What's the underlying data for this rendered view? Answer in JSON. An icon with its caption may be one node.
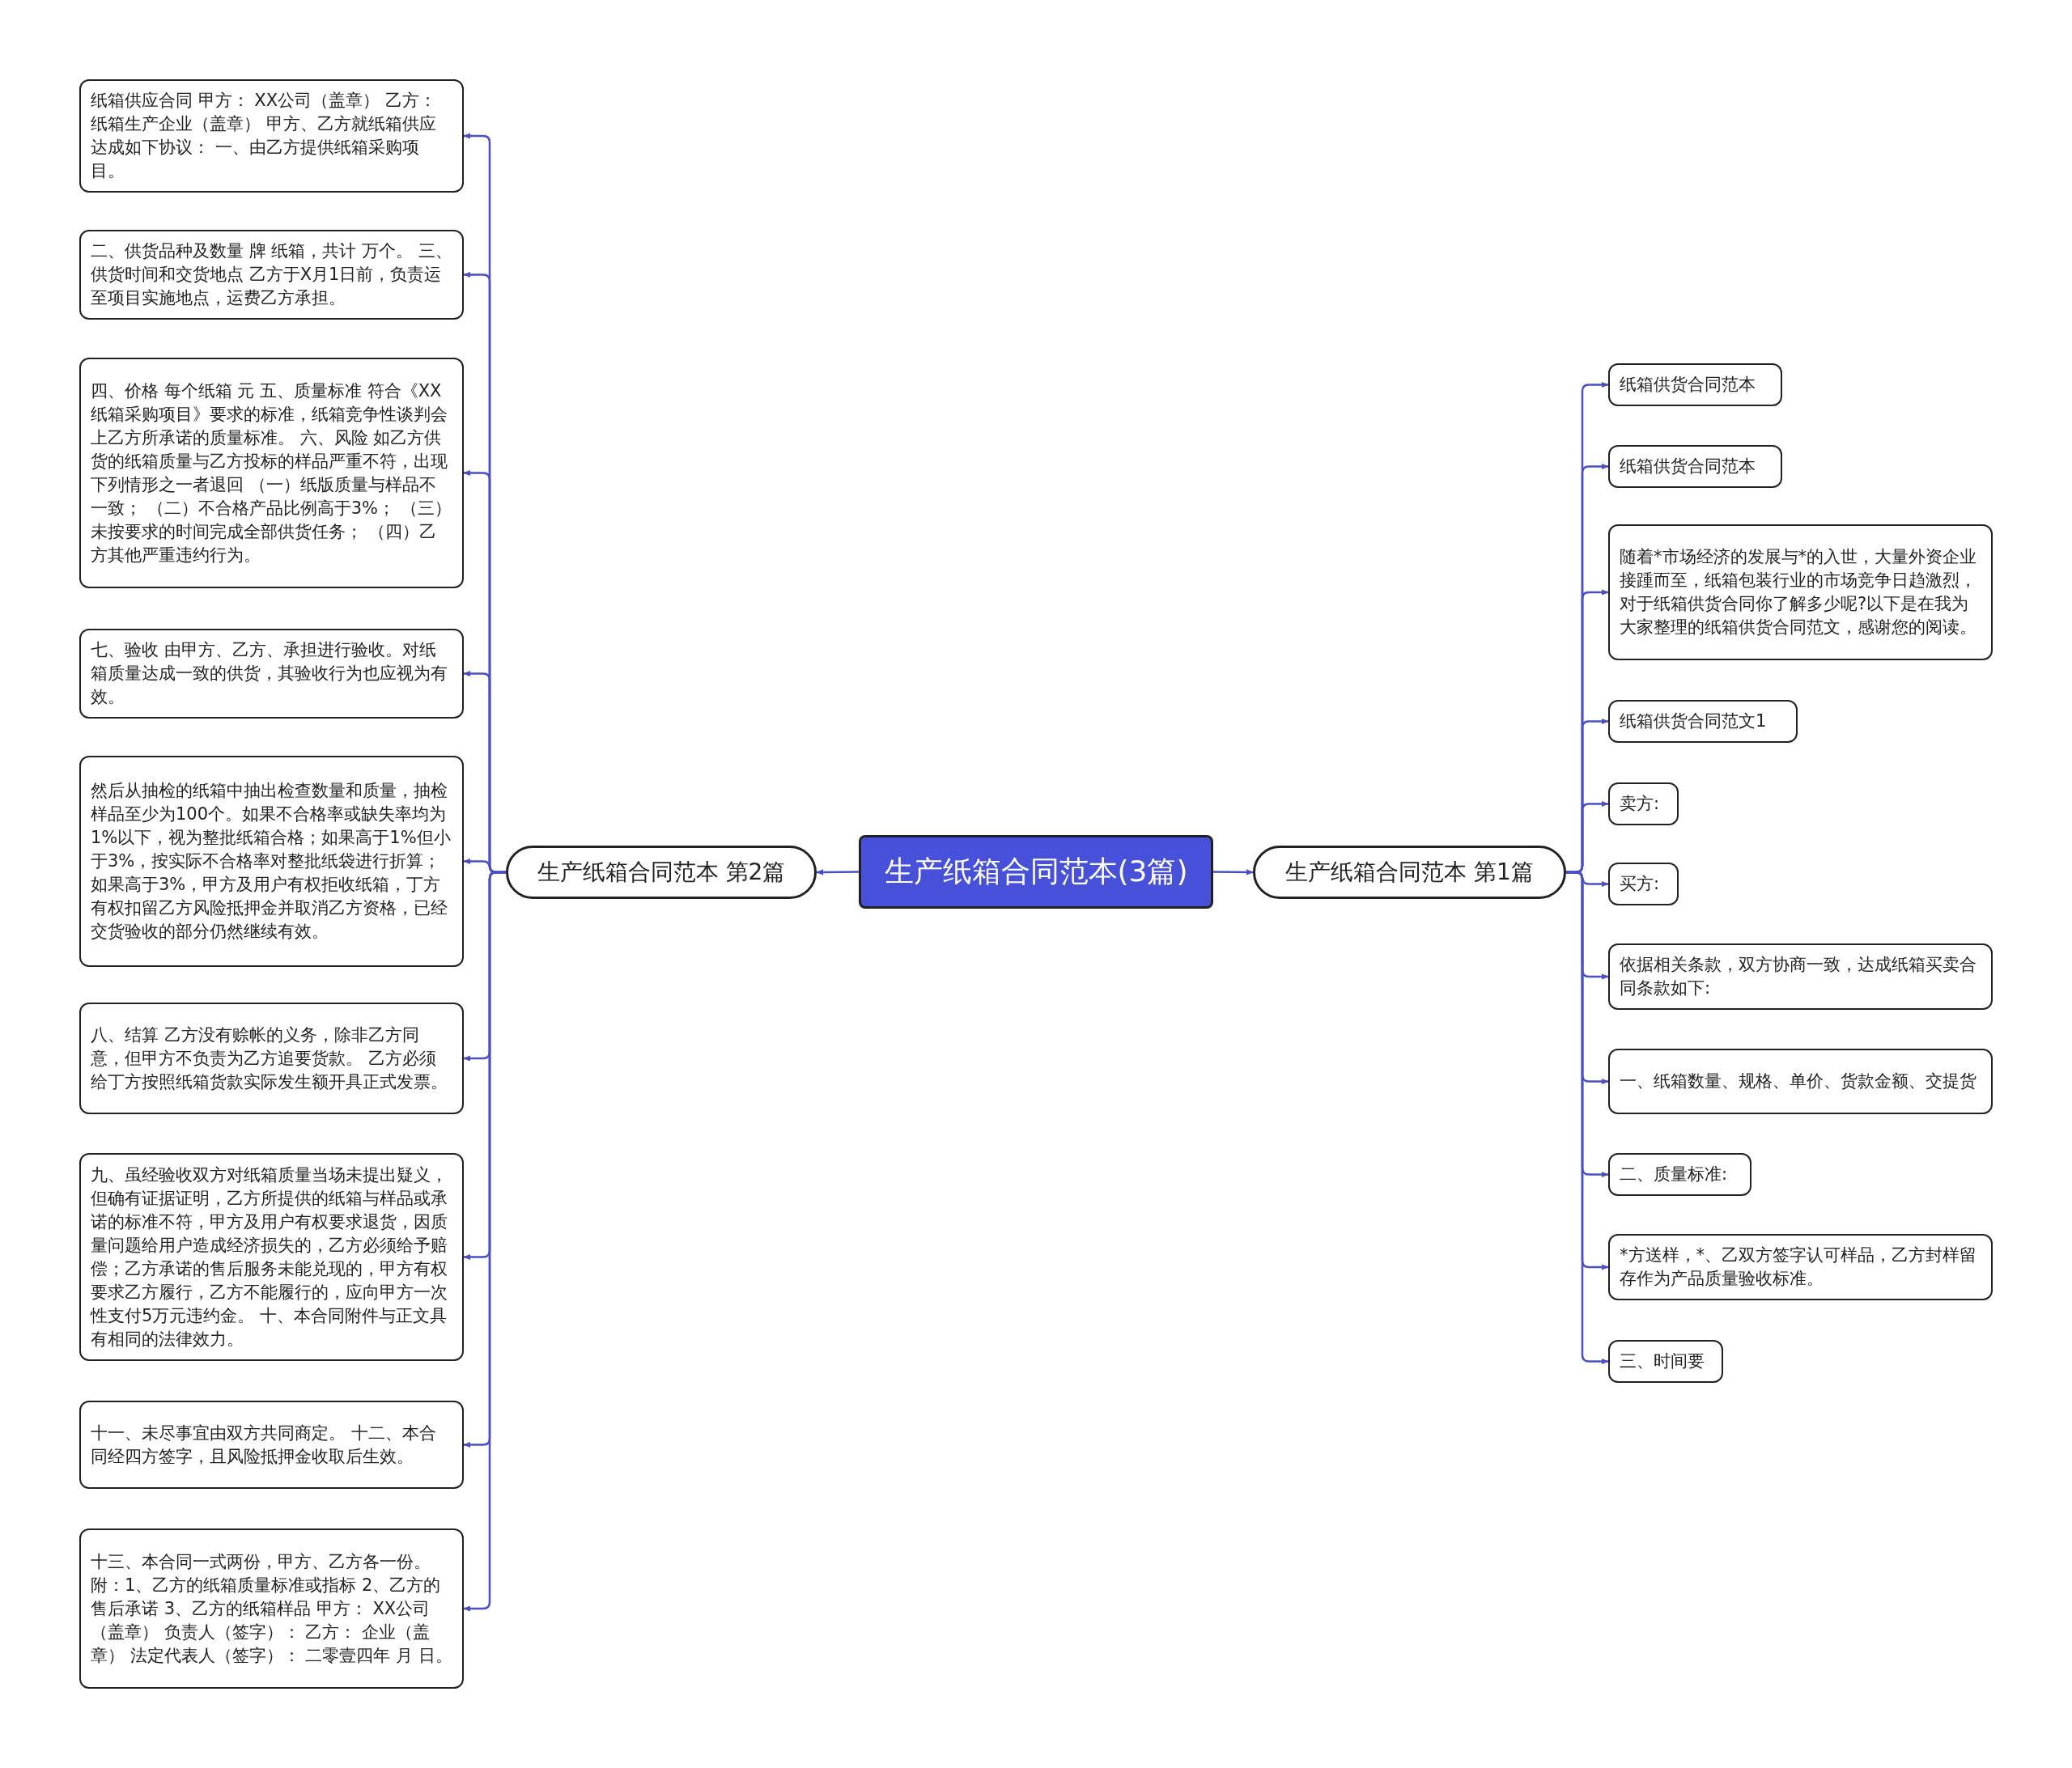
{
  "diagram": {
    "nodes": [
      {
        "text": [
          "生产纸箱合同范本(3篇)"
        ]
      },
      {
        "text": [
          "生产纸箱合同范本 第1篇"
        ]
      },
      {
        "text": [
          "生产纸箱合同范本 第2篇"
        ]
      },
      {
        "text": [
          "纸箱供货合同范本"
        ]
      },
      {
        "text": [
          "纸箱供货合同范本"
        ]
      },
      {
        "text": [
          "随着*市场经济的发展与*的入世，大量外资企业接踵而至，纸箱包装行业的市场竞争日趋激烈，对于纸箱供货合同你了解多少呢?以下是在我为大家整理的纸箱供货合同范文，感谢您的阅读。"
        ]
      },
      {
        "text": [
          "纸箱供货合同范文1"
        ]
      },
      {
        "text": [
          "卖方:"
        ]
      },
      {
        "text": [
          "买方:"
        ]
      },
      {
        "text": [
          "依据相关条款，双方协商一致，达成纸箱买卖合同条款如下:"
        ]
      },
      {
        "text": [
          "一、纸箱数量、规格、单价、货款金额、交提货"
        ]
      },
      {
        "text": [
          "二、质量标准:"
        ]
      },
      {
        "text": [
          "*方送样，*、乙双方签字认可样品，乙方封样留存作为产品质量验收标准。"
        ]
      },
      {
        "text": [
          "三、时间要"
        ]
      },
      {
        "text": [
          "纸箱供应合同 甲方： XX公司（盖章） 乙方：纸箱生产企业（盖章） 甲方、乙方就纸箱供应达成如下协议： 一、由乙方提供纸箱采购项目。"
        ]
      },
      {
        "text": [
          "二、供货品种及数量 牌 纸箱，共计 万个。 三、供货时间和交货地点 乙方于X月1日前，负责运至项目实施地点，运费乙方承担。"
        ]
      },
      {
        "text": [
          "四、价格 每个纸箱 元 五、质量标准 符合《XX纸箱采购项目》要求的标准，纸箱竞争性谈判会上乙方所承诺的质量标准。 六、风险 如乙方供货的纸箱质量与乙方投标的样品严重不符，出现下列情形之一者退回 （一）纸版质量与样品不一致； （二）不合格产品比例高于3%； （三）未按要求的时间完成全部供货任务； （四）乙方其他严重违约行为。"
        ]
      },
      {
        "text": [
          "七、验收 由甲方、乙方、承担进行验收。对纸箱质量达成一致的供货，其验收行为也应视为有效。"
        ]
      },
      {
        "text": [
          "然后从抽检的纸箱中抽出检查数量和质量，抽检样品至少为100个。如果不合格率或缺失率均为1%以下，视为整批纸箱合格；如果高于1%但小于3%，按实际不合格率对整批纸袋进行折算；如果高于3%，甲方及用户有权拒收纸箱，丁方有权扣留乙方风险抵押金并取消乙方资格，已经交货验收的部分仍然继续有效。"
        ]
      },
      {
        "text": [
          "八、结算 乙方没有赊帐的义务，除非乙方同意，但甲方不负责为乙方追要货款。 乙方必须给丁方按照纸箱货款实际发生额开具正式发票。"
        ]
      },
      {
        "text": [
          "九、虽经验收双方对纸箱质量当场未提出疑义，但确有证据证明，乙方所提供的纸箱与样品或承诺的标准不符，甲方及用户有权要求退货，因质量问题给用户造成经济损失的，乙方必须给予赔偿；乙方承诺的售后服务未能兑现的，甲方有权要求乙方履行，乙方不能履行的，应向甲方一次性支付5万元违约金。 十、本合同附件与正文具有相同的法律效力。"
        ]
      },
      {
        "text": [
          "十一、未尽事宜由双方共同商定。 十二、本合同经四方签字，且风险抵押金收取后生效。"
        ]
      },
      {
        "text": [
          "十三、本合同一式两份，甲方、乙方各一份。附：1、乙方的纸箱质量标准或指标 2、乙方的售后承诺 3、乙方的纸箱样品 甲方： XX公司（盖章） 负责人（签字）： 乙方： 企业（盖章） 法定代表人（签字）： 二零壹四年 月 日。"
        ]
      }
    ],
    "edges": [
      {
        "from": 0,
        "to": 1,
        "arrow": "to"
      },
      {
        "from": 0,
        "to": 2,
        "arrow": "to"
      },
      {
        "from": 1,
        "to": 3,
        "arrow": "to"
      },
      {
        "from": 1,
        "to": 4,
        "arrow": "to"
      },
      {
        "from": 1,
        "to": 5,
        "arrow": "to"
      },
      {
        "from": 1,
        "to": 6,
        "arrow": "to"
      },
      {
        "from": 1,
        "to": 7,
        "arrow": "to"
      },
      {
        "from": 1,
        "to": 8,
        "arrow": "to"
      },
      {
        "from": 1,
        "to": 9,
        "arrow": "to"
      },
      {
        "from": 1,
        "to": 10,
        "arrow": "to"
      },
      {
        "from": 1,
        "to": 11,
        "arrow": "to"
      },
      {
        "from": 1,
        "to": 12,
        "arrow": "to"
      },
      {
        "from": 1,
        "to": 13,
        "arrow": "to"
      },
      {
        "from": 2,
        "to": 14,
        "arrow": "to"
      },
      {
        "from": 2,
        "to": 15,
        "arrow": "to"
      },
      {
        "from": 2,
        "to": 16,
        "arrow": "to"
      },
      {
        "from": 2,
        "to": 17,
        "arrow": "to"
      },
      {
        "from": 2,
        "to": 18,
        "arrow": "to"
      },
      {
        "from": 2,
        "to": 19,
        "arrow": "to"
      },
      {
        "from": 2,
        "to": 20,
        "arrow": "to"
      },
      {
        "from": 2,
        "to": 21,
        "arrow": "to"
      },
      {
        "from": 2,
        "to": 22,
        "arrow": "to"
      }
    ]
  }
}
